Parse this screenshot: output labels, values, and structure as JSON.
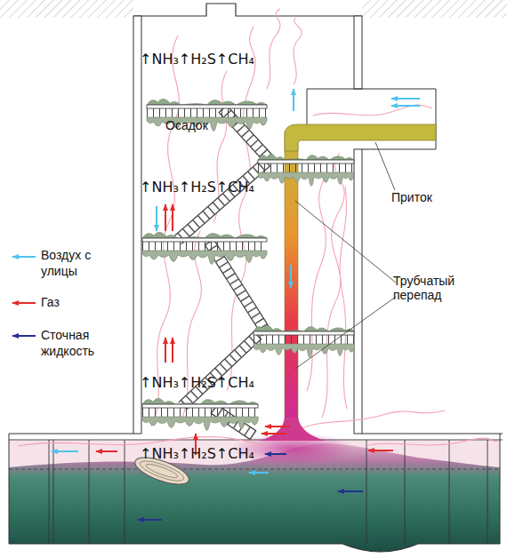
{
  "diagram": {
    "labels": [
      "↑NH₃↑H₂S↑CH₄",
      "Осадок",
      "↑NH₃↑H₂S↑CH₄",
      "Приток",
      "Трубчатый перепад",
      "↑NH₃↑H₂S↑CH₄",
      "↑NH₃↑H₂S↑CH₄"
    ],
    "legend": [
      {
        "text": "Воздух с улицы"
      },
      {
        "text": "Газ"
      },
      {
        "text": "Сточная жидкость"
      }
    ]
  }
}
